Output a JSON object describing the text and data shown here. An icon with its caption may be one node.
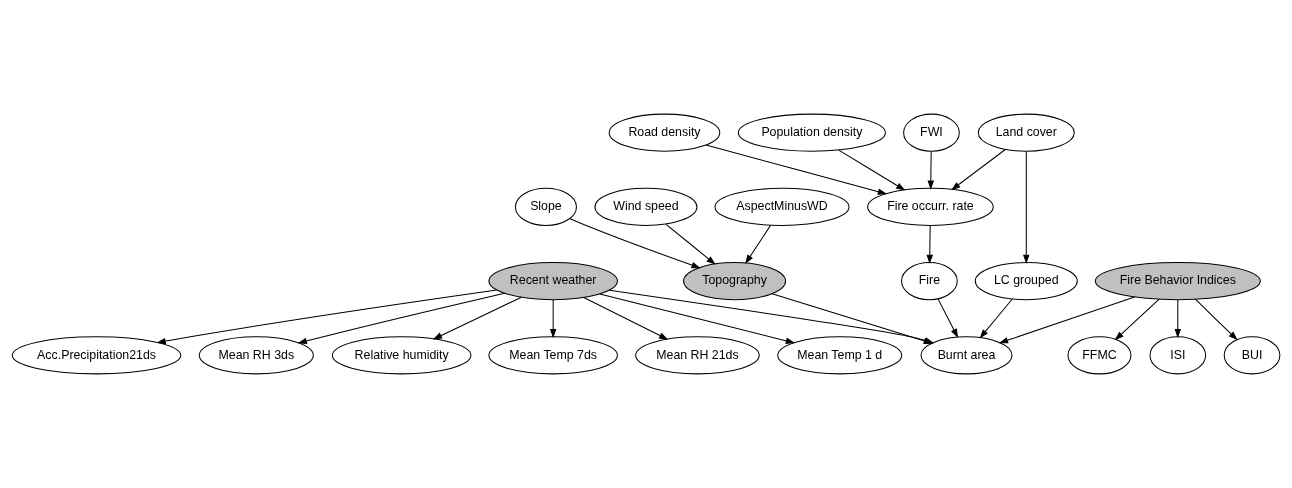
{
  "diagram": {
    "nodes": [
      {
        "text": [
          "Acc.Precipitation21ds"
        ]
      },
      {
        "text": [
          "Mean RH 3ds"
        ]
      },
      {
        "text": [
          "Relative humidity"
        ]
      },
      {
        "text": [
          "Mean Temp 7ds"
        ]
      },
      {
        "text": [
          "Mean RH 21ds"
        ]
      },
      {
        "text": [
          "Mean Temp 1 d"
        ]
      },
      {
        "text": [
          "Recent weather"
        ]
      },
      {
        "text": [
          "Slope"
        ]
      },
      {
        "text": [
          "Wind speed"
        ]
      },
      {
        "text": [
          "AspectMinusWD"
        ]
      },
      {
        "text": [
          "Topography"
        ]
      },
      {
        "text": [
          "Road density"
        ]
      },
      {
        "text": [
          "Population density"
        ]
      },
      {
        "text": [
          "Fire occurr. rate"
        ]
      },
      {
        "text": [
          "FWI"
        ]
      },
      {
        "text": [
          "Fire"
        ]
      },
      {
        "text": [
          "Land cover"
        ]
      },
      {
        "text": [
          "Burnt area"
        ]
      },
      {
        "text": [
          "FFMC"
        ]
      },
      {
        "text": [
          "Fire Behavior Indices"
        ]
      },
      {
        "text": [
          "LC grouped"
        ]
      },
      {
        "text": [
          "ISI"
        ]
      },
      {
        "text": [
          "BUI"
        ]
      }
    ],
    "edges": [
      {
        "from": 6,
        "to": 0,
        "arrow": "to"
      },
      {
        "from": 6,
        "to": 1,
        "arrow": "to"
      },
      {
        "from": 6,
        "to": 2,
        "arrow": "to"
      },
      {
        "from": 6,
        "to": 3,
        "arrow": "to"
      },
      {
        "from": 6,
        "to": 4,
        "arrow": "to"
      },
      {
        "from": 6,
        "to": 5,
        "arrow": "to"
      },
      {
        "from": 8,
        "to": 10,
        "arrow": "to"
      },
      {
        "from": 7,
        "to": 10,
        "arrow": "to"
      },
      {
        "from": 9,
        "to": 10,
        "arrow": "to"
      },
      {
        "from": 11,
        "to": 13,
        "arrow": "to"
      },
      {
        "from": 12,
        "to": 13,
        "arrow": "to"
      },
      {
        "from": 14,
        "to": 13,
        "arrow": "to"
      },
      {
        "from": 16,
        "to": 13,
        "arrow": "to"
      },
      {
        "from": 13,
        "to": 15,
        "arrow": "to"
      },
      {
        "from": 6,
        "to": 17,
        "arrow": "to"
      },
      {
        "from": 10,
        "to": 17,
        "arrow": "to"
      },
      {
        "from": 15,
        "to": 17,
        "arrow": "to"
      },
      {
        "from": 16,
        "to": 20,
        "arrow": "to"
      },
      {
        "from": 20,
        "to": 17,
        "arrow": "to"
      },
      {
        "from": 19,
        "to": 17,
        "arrow": "to"
      },
      {
        "from": 19,
        "to": 18,
        "arrow": "to"
      },
      {
        "from": 19,
        "to": 21,
        "arrow": "to"
      },
      {
        "from": 19,
        "to": 22,
        "arrow": "to"
      }
    ]
  }
}
